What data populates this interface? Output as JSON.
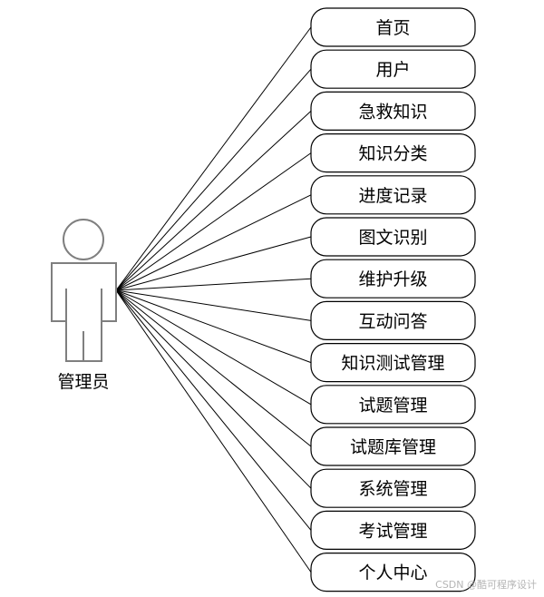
{
  "actor": {
    "label": "管理员"
  },
  "use_cases": [
    "首页",
    "用户",
    "急救知识",
    "知识分类",
    "进度记录",
    "图文识别",
    "维护升级",
    "互动问答",
    "知识测试管理",
    "试题管理",
    "试题库管理",
    "系统管理",
    "考试管理",
    "个人中心"
  ],
  "watermark": "CSDN @酷可程序设计",
  "colors": {
    "stroke": "#000000",
    "actor_stroke": "#7f7f7f",
    "background": "#ffffff"
  }
}
